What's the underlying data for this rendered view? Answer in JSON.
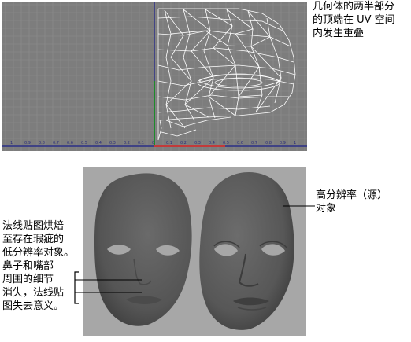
{
  "uv_editor": {
    "tick_labels": [
      "1",
      "0.9",
      "0.8",
      "0.7",
      "0.6",
      "0.5",
      "0.4",
      "0.3",
      "0.2",
      "0.1",
      "0",
      "0.1",
      "0.2",
      "0.3",
      "0.4",
      "0.5",
      "0.6",
      "0.7",
      "0.8",
      "0.9",
      "1"
    ],
    "colors": {
      "background": "#7d7d7d",
      "grid": "#8c8c8c",
      "u_axis": "#2b2f86",
      "v_axis": "#1c8a2a",
      "origin_marker": "#c23a3a",
      "wireframe": "#ffffff"
    }
  },
  "notes": {
    "top_right": "几何体的两半部分\n的顶端在 UV 空间\n内发生重叠",
    "high_res": "高分辨率（源）\n对象",
    "low_res": "法线贴图烘焙\n至存在瑕疵的\n低分辨率对象。\n鼻子和嘴部\n周围的细节\n消失，法线贴\n图失去意义。"
  },
  "render_view": {
    "objects": [
      "low-resolution-mask",
      "high-resolution-mask"
    ],
    "colors": {
      "background": "#a7a7a7",
      "mask": "#5c5c5c"
    }
  }
}
